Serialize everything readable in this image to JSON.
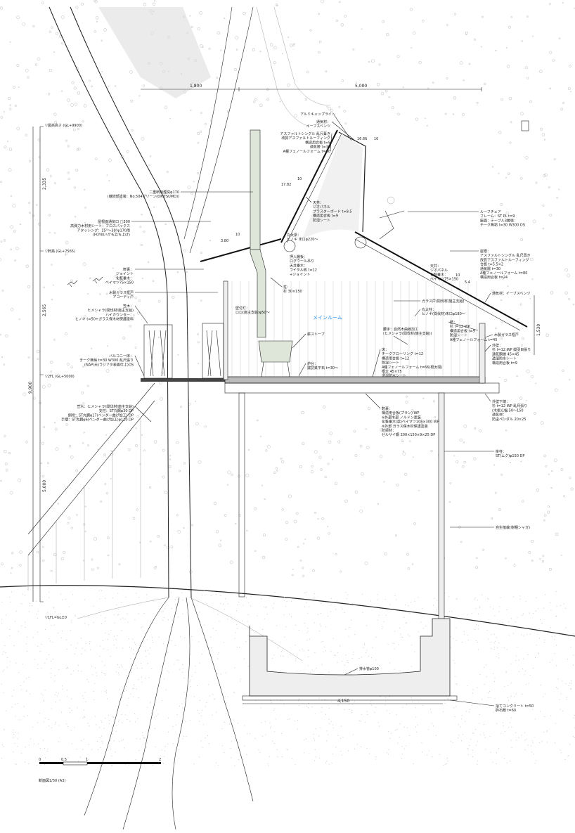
{
  "title": "断面図1/50 (A3)",
  "room_name": "メインルーム",
  "dimensions": {
    "top_left": "1,800",
    "top_right": "5,000",
    "v_upper": "2,335",
    "v_middle": "2,565",
    "v_total": "9,900",
    "v_lower": "5,000",
    "foundation_width": "4,150",
    "right_wall": "1,530",
    "slope_steep_rise": "17.82",
    "slope_steep_run": "10",
    "slope_top_rise": "16.66",
    "slope_top_run": "10",
    "slope_low_rise": "3.80",
    "slope_low_run": "10",
    "slope_right_run": "10",
    "slope_right_rise": "5.4"
  },
  "levels": [
    "▽最高高さ (GL+9900)",
    "▽軒高 (GL+7565)",
    "▽2FL (GL+5000)",
    "▽1FL=GL±0"
  ],
  "labels_left": {
    "chimney": [
      "二重断熱煙突φ170",
      "(継続部塗装：No.504グリーン(OKITSUMO))"
    ],
    "roof_vent": [
      "屋根面通気口 □500",
      "高弾力木材用シート：フロスパックス",
      "アタッシング：15°〜30°φ170用",
      "(FOYIIIハゲも立ち上げ)"
    ],
    "eaves": [
      "軒裏：",
      "ジョイント",
      "化粧垂木：",
      "ベイマツ75×150"
    ],
    "doors": [
      "木製ガラス框戸",
      "アコーディ戸"
    ],
    "counter": [
      "笠木：",
      "ヒメシャラ(間伐材/施主支給)",
      "ハイカウンター：",
      "ヒノキ t=50+ガラス保木材保護塗料"
    ],
    "balcony": [
      "バルコニー床：",
      "チーク無垢 t=30 W300 乱尺張り",
      "(NAP(天)ラジアタ表面仕上)OS"
    ],
    "stairs": [
      "笠木：ヒメシャラ(間伐材/施主支給)",
      "支柱：ST丸鋼φ30 DP",
      "側桁：ST丸鋼φ17(ベンダー曲げ加工) DP",
      "手摺：ST丸鋼φ6(ベンダー曲げ加工)φ110 DP"
    ]
  },
  "labels_center": {
    "skylight": "アルミキャップライト",
    "vent": [
      "通気材：",
      "イーブスベンツ"
    ],
    "roof_steep": [
      "アスファルトシングル 乱尺葺き",
      "改質アスファルトルーフィング",
      "構造用合板 t=9",
      "通気層 t=30",
      "A種フェノールフォーム t=80"
    ],
    "ceiling": [
      "天井：",
      "ジオパネル",
      "プラスターボード t=9.5",
      "構造用合板 t=9",
      "防湿シート"
    ],
    "log_beam": [
      "丸太梁：",
      "ヒノキ 末口φ220〜"
    ],
    "loft": [
      "押入棚板：",
      "ログウール吊り",
      "天井垂木：",
      "ライタル板 t=12",
      "+ジョイント"
    ],
    "post": [
      "柱：",
      "杉 30×150"
    ],
    "lamp": [
      "壁付灯：",
      "ロロ(施主支給)φ50〜"
    ],
    "stove": "薪ストーブ",
    "hearth": [
      "炉台：",
      "諏訪鉄平石 t=30〜"
    ],
    "drain": "排水管φ100"
  },
  "labels_right": {
    "roof_chair": [
      "ルーフチェア",
      "フレーム：ST PL t=9",
      "座面：テーブル3層張：",
      "チーク無垢 t=30 W300 OS"
    ],
    "roof": [
      "屋根：",
      "アスファルトシングル 乱尺葺き",
      "改質アスファルトルーフィング",
      "合板 t=5.5×2",
      "通気層 t=30",
      "A種フェノールフォーム t=80",
      "構造用合板 t=24"
    ],
    "ceiling": [
      "天井：",
      "ジオパネル",
      "化粧垂木：",
      "ベイマツ75×150"
    ],
    "eaves_vent": "通気材：イーブスベンツ",
    "glass_door": "ガラス戸(間伐材/施主支給)",
    "log_column": [
      "丸太柱：",
      "ヒノキ(間伐材)末口φ180〜"
    ],
    "handrail": [
      "腰手：自然木曲線加工",
      "(ヒメシャラ(間伐材/施主支給))"
    ],
    "wall": [
      "壁：",
      "杉 t=12 WP",
      "構造用合板 t=9",
      "防湿シート",
      "A種フェノールフォーム t=45"
    ],
    "window": "木製ガラス框戸",
    "ext_wall": [
      "外壁：",
      "杉 t=12 WP 縦羽目張り",
      "通気胴縁 45×45",
      "透湿防水シート",
      "構造用合板 t=9"
    ],
    "floor": [
      "床：",
      "チークフローリング t=12",
      "構造用合板 t=12",
      "防湿シート",
      "A種フェノールフォーム t=66(根太間)",
      "根太 45×75",
      "透湿防水シート"
    ],
    "ext_wall_bottom": [
      "外壁下端：",
      "杉 t=12 WP 乱尺張り",
      "(木板)1幅 50〜150",
      "通気材：",
      "防虫ペンダル 20×25"
    ],
    "soffit": [
      "軒裏：",
      "構造用合板(プラン) WP",
      "※外部木部 ノルドン塗装",
      "化粧垂木(梁)ベイマツ105×300 WP",
      "※外部 ガラス保木材保護塗装",
      "防振材：",
      "ゼルサイ鋼 200×150×9×25 DP"
    ],
    "pillar": [
      "掛柱：",
      "ST(ムク)φ150 DP"
    ],
    "planting": "自生植栽(樹種シャガ)",
    "base": [
      "捨てコンクリート t=50",
      "砕石敷 t=60"
    ]
  },
  "scale_bar": [
    "0",
    "0.5",
    "1",
    "2"
  ]
}
